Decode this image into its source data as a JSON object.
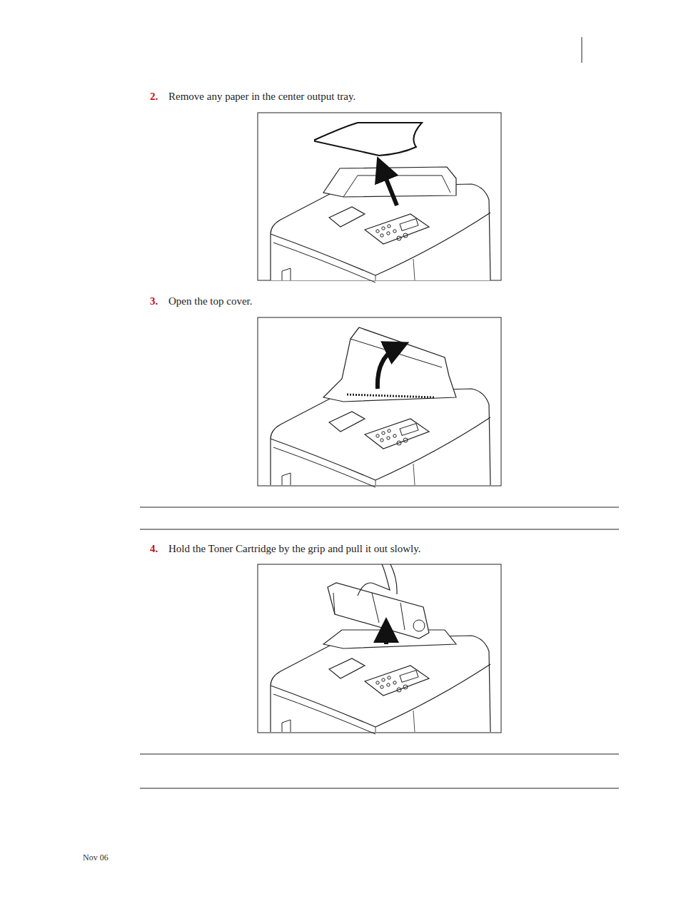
{
  "diagram": {
    "labels": [
      "2.",
      "Remove any paper in the center output tray.",
      "3.",
      "Open the top cover.",
      "4.",
      "Hold the Toner Cartridge by the grip and pull it out slowly.",
      "Nov 06"
    ]
  }
}
